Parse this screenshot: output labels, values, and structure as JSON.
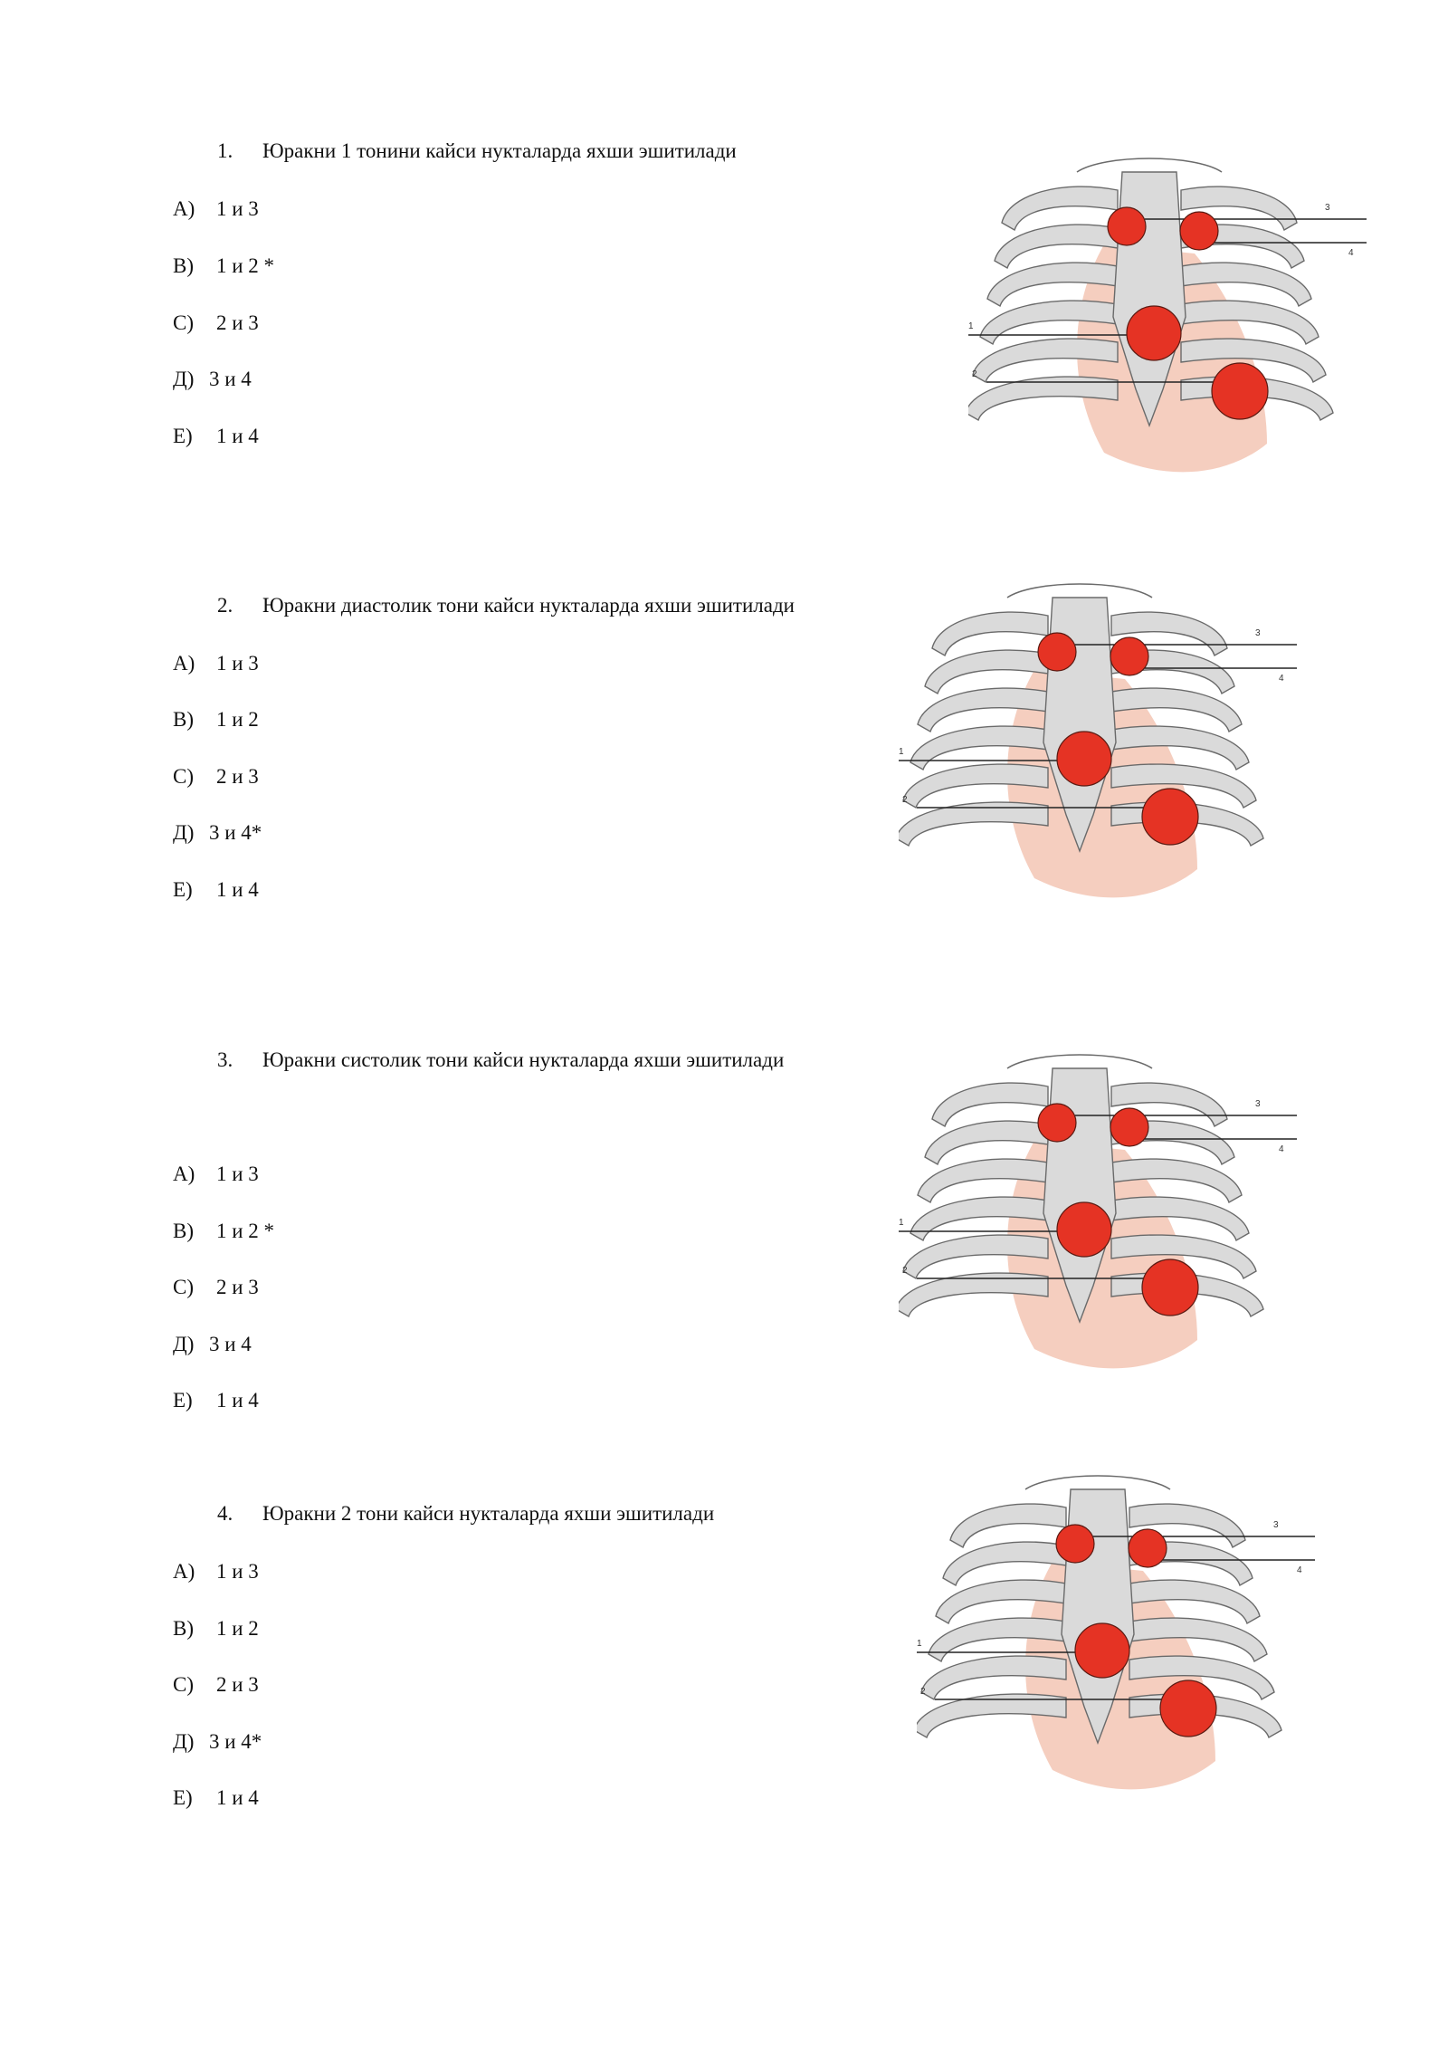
{
  "colors": {
    "rib": "#dadada",
    "rib_stroke": "#6a6a6a",
    "heart": "#f3c6b4",
    "point": "#e53324",
    "point_stroke": "#5a1a12",
    "line": "#222222"
  },
  "figure_labels": [
    "1",
    "2",
    "3",
    "4"
  ],
  "questions": [
    {
      "number": "1.",
      "text": "Юракни 1 тонини кайси нукталарда яхши эшитилади",
      "options": [
        {
          "letter": "А)",
          "text": "1 и 3"
        },
        {
          "letter": "В)",
          "text": "1 и 2 *"
        },
        {
          "letter": "С)",
          "text": "2 и 3"
        },
        {
          "letter": "Д)",
          "text": "3 и 4"
        },
        {
          "letter": "Е)",
          "text": "1 и 4"
        }
      ]
    },
    {
      "number": "2.",
      "text": "Юракни диастолик  тони кайси нукталарда  яхши эшитилади",
      "options": [
        {
          "letter": "А)",
          "text": "1 и 3"
        },
        {
          "letter": "В)",
          "text": "1 и 2"
        },
        {
          "letter": "С)",
          "text": "2 и 3"
        },
        {
          "letter": "Д)",
          "text": "3 и 4*"
        },
        {
          "letter": "Е)",
          "text": "1 и 4"
        }
      ]
    },
    {
      "number": "3.",
      "text": "Юракни систолик  тони кайси нукталарда яхши эшитилади",
      "options": [
        {
          "letter": "А)",
          "text": "1 и 3"
        },
        {
          "letter": "В)",
          "text": "1 и 2 *"
        },
        {
          "letter": "С)",
          "text": "2 и 3"
        },
        {
          "letter": "Д)",
          "text": "3 и 4"
        },
        {
          "letter": "Е)",
          "text": "1 и 4"
        }
      ]
    },
    {
      "number": "4.",
      "text": "Юракни 2 тони кайси нукталарда яхши эшитилади",
      "options": [
        {
          "letter": "А)",
          "text": "1 и 3"
        },
        {
          "letter": "В)",
          "text": "1 и 2"
        },
        {
          "letter": "С)",
          "text": "2 и 3"
        },
        {
          "letter": "Д)",
          "text": "3 и 4*"
        },
        {
          "letter": "Е)",
          "text": "1 и 4"
        }
      ]
    }
  ]
}
